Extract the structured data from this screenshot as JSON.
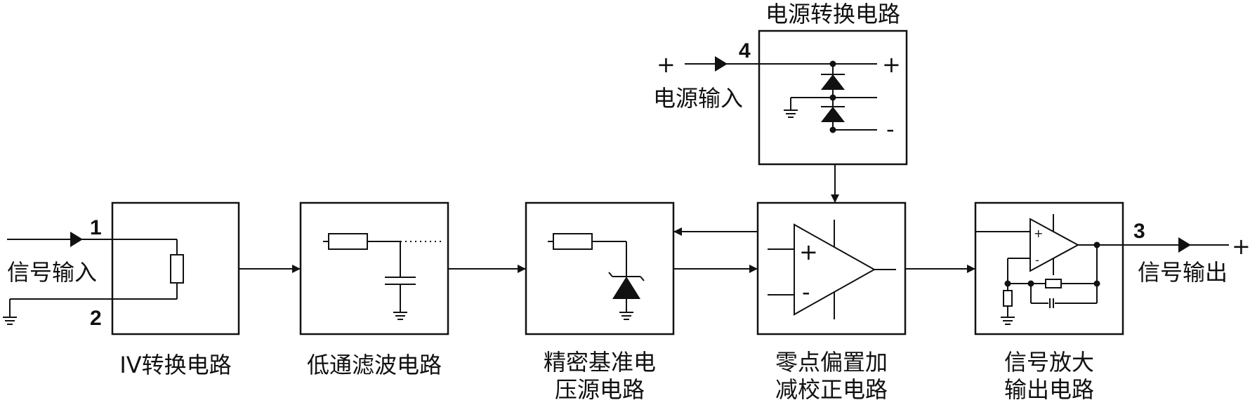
{
  "blocks": {
    "iv": {
      "label": "IV转换电路"
    },
    "lowpass": {
      "label": "低通滤波电路"
    },
    "reference": {
      "label_line1": "精密基准电",
      "label_line2": "压源电路"
    },
    "offset": {
      "label_line1": "零点偏置加",
      "label_line2": "减校正电路"
    },
    "amplifier": {
      "label_line1": "信号放大",
      "label_line2": "输出电路"
    },
    "power": {
      "label": "电源转换电路"
    }
  },
  "terminals": {
    "signal_in": {
      "label": "信号输入",
      "pin_top": "1",
      "pin_bottom": "2"
    },
    "signal_out": {
      "label": "信号输出",
      "pin": "3",
      "plus": "+"
    },
    "power_in": {
      "label": "电源输入",
      "pin": "4",
      "plus": "+"
    }
  },
  "symbols": {
    "plus": "+",
    "minus": "-",
    "opamp_plus": "+",
    "opamp_minus": "-"
  },
  "colors": {
    "stroke": "#111111",
    "background": "#ffffff"
  }
}
